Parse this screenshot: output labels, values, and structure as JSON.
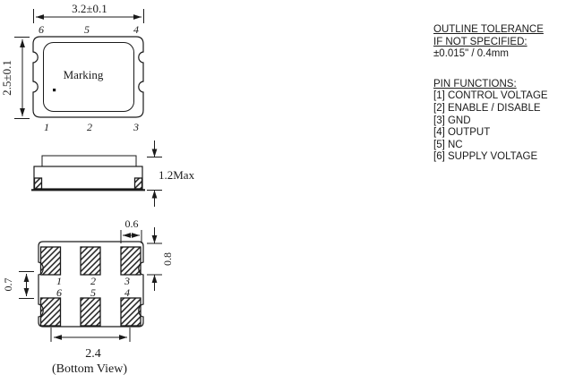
{
  "drawing": {
    "ink_color": "#1a1a1a",
    "top_view": {
      "width_dim": "3.2±0.1",
      "height_dim": "2.5±0.1",
      "marking": "Marking",
      "top_pin_labels": [
        "6",
        "5",
        "4"
      ],
      "bottom_pin_labels": [
        "1",
        "2",
        "3"
      ]
    },
    "side_view": {
      "height_dim": "1.2Max"
    },
    "bottom_view": {
      "caption": "(Bottom View)",
      "pad_width_dim": "0.6",
      "pad_height_dim": "0.8",
      "pad_row_gap_dim": "0.7",
      "pad_span_dim": "2.4",
      "pin_row_top": [
        "1",
        "2",
        "3"
      ],
      "pin_row_bottom": [
        "6",
        "5",
        "4"
      ]
    }
  },
  "notes": {
    "tolerance_heading_line1": "OUTLINE TOLERANCE",
    "tolerance_heading_line2": "IF NOT SPECIFIED:",
    "tolerance_value": "±0.015\" / 0.4mm",
    "pin_functions_heading": "PIN FUNCTIONS:",
    "pin_functions": [
      "[1] CONTROL VOLTAGE",
      "[2] ENABLE / DISABLE",
      "[3] GND",
      "[4] OUTPUT",
      "[5] NC",
      "[6] SUPPLY VOLTAGE"
    ]
  }
}
